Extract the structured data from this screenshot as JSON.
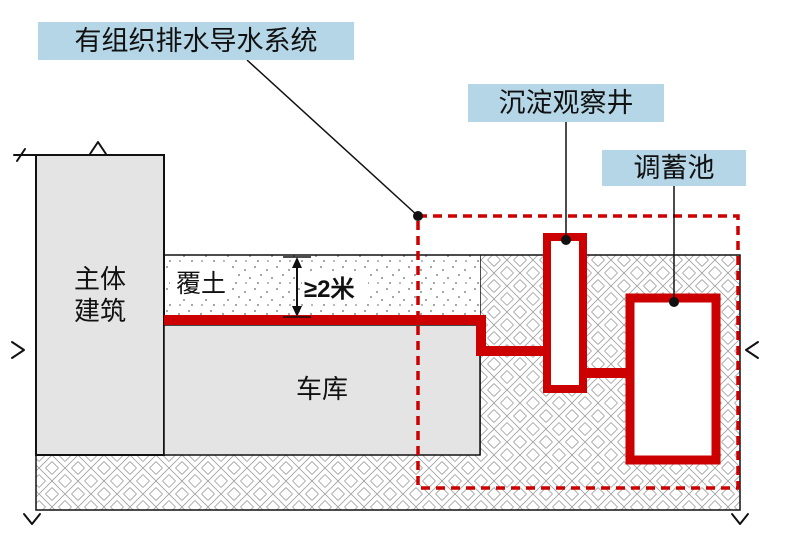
{
  "callouts": {
    "drainage_system": "有组织排水导水系统",
    "observation_well": "沉淀观察井",
    "storage_pool": "调蓄池"
  },
  "diagram": {
    "main_building_lines": [
      "主体",
      "建筑"
    ],
    "cover_soil": "覆土",
    "min_cover_depth": "≥2米",
    "garage": "车库"
  },
  "colors": {
    "callout_bg": "#b4d6e6",
    "red": "#cc0000",
    "building_fill": "#e4e4e4",
    "hatch_line": "#9b9b9b",
    "outline": "#111111"
  }
}
